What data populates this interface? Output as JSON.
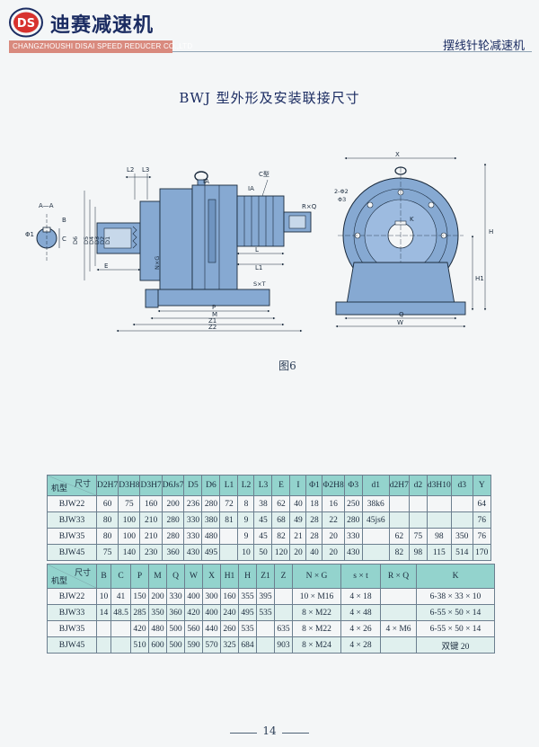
{
  "header": {
    "logo_text": "DS",
    "brand_cn": "迪赛减速机",
    "brand_en": "CHANGZHOUSHI DISAI SPEED REDUCER CO.,LTD",
    "right_title": "摆线针轮减速机"
  },
  "section_title": "BWJ 型外形及安装联接尺寸",
  "figure": {
    "caption": "图6",
    "labels": {
      "A_A": "A—A",
      "B": "B",
      "C": "C",
      "phi1": "Φ1",
      "L2": "L2",
      "L3": "L3",
      "E": "E",
      "D2": "D2",
      "D1": "D1",
      "D3": "D3",
      "D4": "D4",
      "D5": "D5",
      "D6": "D6",
      "IA": "IA",
      "C_type": "C型",
      "RxQ": "R×Q",
      "NxG": "N×G",
      "L1": "L1",
      "L": "L",
      "SxT": "S×T",
      "P": "P",
      "M": "M",
      "Z1": "Z1",
      "Z2": "Z2",
      "X": "X",
      "two_phi2": "2-Φ2",
      "phi3": "Φ3",
      "K": "K",
      "H": "H",
      "H1": "H1",
      "Q": "Q",
      "W": "W"
    }
  },
  "table1": {
    "corner_top": "尺寸",
    "corner_bottom": "机型",
    "headers": [
      "D2H7",
      "D3H8",
      "D3H7",
      "D6Js7",
      "D5",
      "D6",
      "L1",
      "L2",
      "L3",
      "E",
      "I",
      "Φ1",
      "Φ2H8",
      "Φ3",
      "d1",
      "d2H7",
      "d2",
      "d3H10",
      "d3",
      "Y"
    ],
    "rows": [
      [
        "BJW22",
        "60",
        "75",
        "160",
        "200",
        "236",
        "280",
        "72",
        "8",
        "38",
        "62",
        "40",
        "18",
        "16",
        "250",
        "38k6",
        "",
        "",
        "",
        "",
        "64"
      ],
      [
        "BJW33",
        "80",
        "100",
        "210",
        "280",
        "330",
        "380",
        "81",
        "9",
        "45",
        "68",
        "49",
        "28",
        "22",
        "280",
        "45js6",
        "",
        "",
        "",
        "",
        "76"
      ],
      [
        "BJW35",
        "80",
        "100",
        "210",
        "280",
        "330",
        "480",
        "",
        "9",
        "45",
        "82",
        "21",
        "28",
        "20",
        "330",
        "",
        "62",
        "75",
        "98",
        "350",
        "76"
      ],
      [
        "BJW45",
        "75",
        "140",
        "230",
        "360",
        "430",
        "495",
        "",
        "10",
        "50",
        "120",
        "20",
        "40",
        "20",
        "430",
        "",
        "82",
        "98",
        "115",
        "514",
        "170"
      ]
    ]
  },
  "table2": {
    "corner_top": "尺寸",
    "corner_bottom": "机型",
    "headers": [
      "B",
      "C",
      "P",
      "M",
      "Q",
      "W",
      "X",
      "H1",
      "H",
      "Z1",
      "Z",
      "N × G",
      "s × t",
      "R × Q",
      "K"
    ],
    "rows": [
      [
        "BJW22",
        "10",
        "41",
        "150",
        "200",
        "330",
        "400",
        "300",
        "160",
        "355",
        "395",
        "",
        "10 × M16",
        "4 × 18",
        "",
        "6-38 × 33 × 10"
      ],
      [
        "BJW33",
        "14",
        "48.5",
        "285",
        "350",
        "360",
        "420",
        "400",
        "240",
        "495",
        "535",
        "",
        "8 × M22",
        "4 × 48",
        "",
        "6-55 × 50 × 14"
      ],
      [
        "BJW35",
        "",
        "",
        "420",
        "480",
        "500",
        "560",
        "440",
        "260",
        "535",
        "",
        "635",
        "8 × M22",
        "4 × 26",
        "4 × M6",
        "6-55 × 50 × 14"
      ],
      [
        "BJW45",
        "",
        "",
        "510",
        "600",
        "500",
        "590",
        "570",
        "325",
        "684",
        "",
        "903",
        "8 × M24",
        "4 × 28",
        "",
        "双键 20"
      ]
    ]
  },
  "page_number": "14",
  "colors": {
    "drawing_blue": "#86a9d2",
    "table_header": "#93d3cd",
    "table_alt": "#e0f0ee",
    "brand_navy": "#1b2c62",
    "brand_bar": "#d98a7e"
  }
}
